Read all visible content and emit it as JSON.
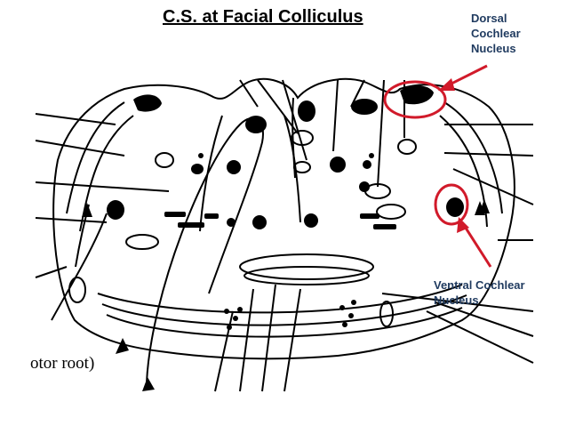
{
  "title": "C.S. at Facial Colliculus",
  "labels": {
    "dorsal_line1": "Dorsal",
    "dorsal_line2": "Cochlear",
    "dorsal_line3": "Nucleus",
    "ventral_line1": "Ventral Cochlear",
    "ventral_line2": "Nucleus"
  },
  "figure_text": "otor root)",
  "colors": {
    "highlight": "#d11a2a",
    "label_text": "#1f3a5f",
    "ink": "#000000"
  }
}
